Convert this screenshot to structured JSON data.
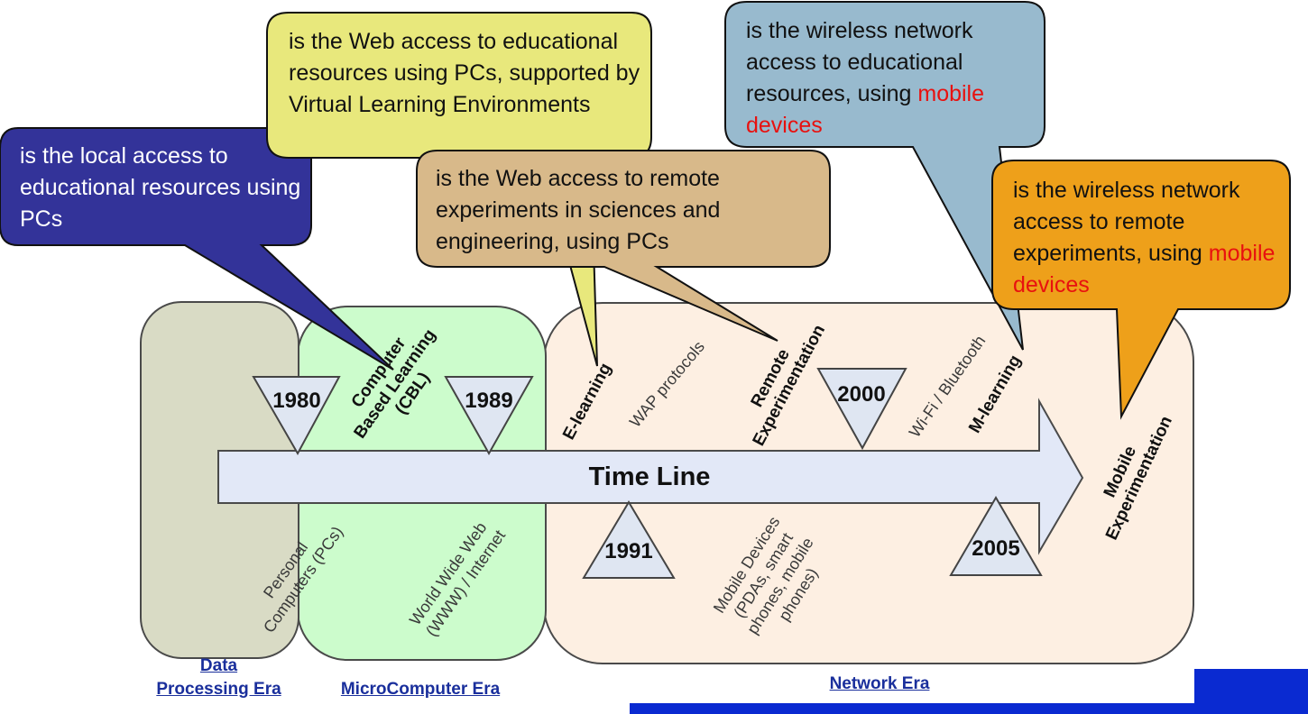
{
  "callouts": {
    "local": {
      "text": "is the local access to educational resources using PCs"
    },
    "web": {
      "text": "is the Web access to educational resources using PCs, supported by Virtual Learning Environments"
    },
    "remote": {
      "text": "is the Web access to remote experiments in sciences and engineering, using PCs"
    },
    "mlearn": {
      "pre": "is the wireless network access to educational resources, using ",
      "highlight": "mobile devices"
    },
    "mexp": {
      "pre": "is the wireless network access to remote experiments, using ",
      "highlight": "mobile devices"
    }
  },
  "timeline": {
    "label": "Time Line"
  },
  "years": {
    "y1980": "1980",
    "y1989": "1989",
    "y1991": "1991",
    "y2000": "2000",
    "y2005": "2005"
  },
  "concepts": {
    "cbl": [
      "Computer",
      "Based Learning",
      "(CBL)"
    ],
    "elearning": "E-learning",
    "remote": [
      "Remote",
      "Experimentation"
    ],
    "mlearning": "M-learning",
    "mobile_exp": [
      "Mobile",
      "Experimentation"
    ]
  },
  "technologies": {
    "pcs": [
      "Personal",
      "Computers (PCs)"
    ],
    "www": [
      "World Wide Web",
      "(WWW) / Internet"
    ],
    "wap": "WAP protocols",
    "wifi": "Wi-Fi / Bluetooth",
    "mobile_devices": [
      "Mobile Devices",
      "(PDAs, smart",
      "phones, mobile",
      "phones)"
    ]
  },
  "eras": {
    "data_processing": [
      "Data",
      "Processing Era"
    ],
    "microcomputer": "MicroComputer Era",
    "network": "Network Era"
  },
  "colors": {
    "data_era": "#d9dbc5",
    "micro_era": "#ccfccc",
    "network_era": "#fdefe2",
    "timeline_arrow": "#e2e8f7",
    "callout_local": "#333399",
    "callout_web": "#e8e87c",
    "callout_remote": "#d8b98a",
    "callout_mlearn": "#98bace",
    "callout_mexp": "#eea01a",
    "highlight": "#e8110f",
    "era_link": "#1a2f9c",
    "footer_bar": "#0a2ad1"
  }
}
